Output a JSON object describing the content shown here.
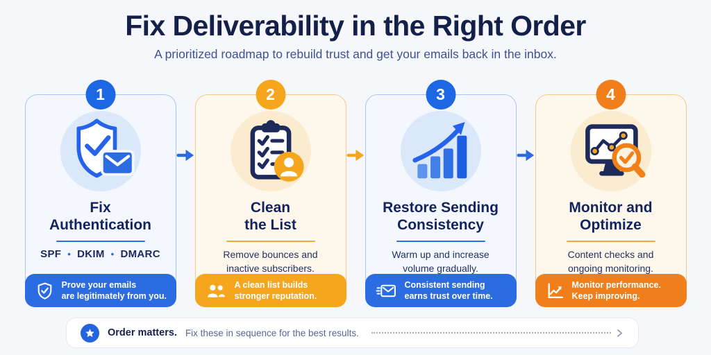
{
  "header": {
    "title": "Fix Deliverability in the Right Order",
    "subtitle": "A prioritized roadmap to rebuild trust and get your emails back in the inbox."
  },
  "colors": {
    "background": "#f6f7fb",
    "navy_text": "#141f4a",
    "slate_text": "#3d5191",
    "blue_accent": "#2b6ce2",
    "amber_accent": "#f5a61d",
    "orange_accent": "#f07f1b",
    "card_blue_bg": "#f4f7fd",
    "card_blue_border": "#a9c6f0",
    "card_orange_bg": "#fdf7ec",
    "card_orange_border": "#f4c987"
  },
  "cards": [
    {
      "number": "1",
      "icon": "shield-email-icon",
      "title1": "Fix",
      "title2": "Authentication",
      "meta": [
        "SPF",
        "DKIM",
        "DMARC"
      ],
      "meta_sep": "•",
      "footer_icon": "shield-check-icon",
      "footer1": "Prove your emails",
      "footer2": "are legitimately from you."
    },
    {
      "number": "2",
      "icon": "checklist-user-icon",
      "title1": "Clean",
      "title2": "the List",
      "desc1": "Remove bounces and",
      "desc2": "inactive subscribers.",
      "footer_icon": "users-icon",
      "footer1": "A clean list builds",
      "footer2": "stronger reputation."
    },
    {
      "number": "3",
      "icon": "growth-chart-icon",
      "title1": "Restore Sending",
      "title2": "Consistency",
      "desc1": "Warm up and increase",
      "desc2": "volume gradually.",
      "footer_icon": "sending-email-icon",
      "footer1": "Consistent sending",
      "footer2": "earns trust over time."
    },
    {
      "number": "4",
      "icon": "monitor-search-icon",
      "title1": "Monitor and",
      "title2": "Optimize",
      "desc1": "Content checks and",
      "desc2": "ongoing monitoring.",
      "footer_icon": "performance-chart-icon",
      "footer1": "Monitor performance.",
      "footer2": "Keep improving."
    }
  ],
  "arrows": [
    {
      "name": "arrow-step1-step2",
      "color": "#2b6ce2"
    },
    {
      "name": "arrow-step2-step3",
      "color": "#f5a61d"
    },
    {
      "name": "arrow-step3-step4",
      "color": "#2b6ce2"
    }
  ],
  "bottom_bar": {
    "icon": "star-icon",
    "bold": "Order matters.",
    "text": "Fix these in sequence for the best results."
  }
}
